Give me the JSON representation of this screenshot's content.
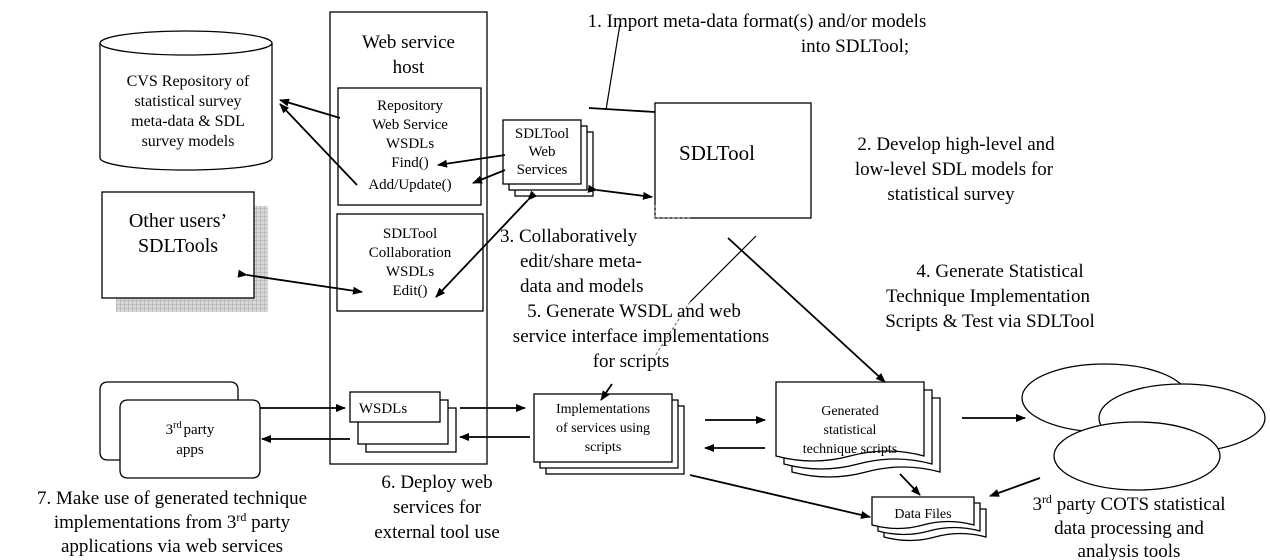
{
  "nodes": {
    "web_service_host": [
      "Web service",
      "host"
    ],
    "cvs_repository": [
      "CVS  Repository of",
      "statistical survey",
      "meta-data & SDL",
      "survey models"
    ],
    "repository_ws": [
      "Repository",
      "Web Service",
      "WSDLs",
      "Find()",
      "Add/Update()"
    ],
    "sdltool_ws": [
      "SDLTool",
      "Web",
      "Services"
    ],
    "sdltool": "SDLTool",
    "other_users": [
      "Other users’",
      "SDLTools"
    ],
    "collab_ws": [
      "SDLTool",
      "Collaboration",
      "WSDLs",
      "Edit()"
    ],
    "third_party_apps": [
      "rd",
      "party",
      "apps"
    ],
    "wsdls": "WSDLs",
    "implementations": [
      "Implementations",
      "of services using",
      "scripts"
    ],
    "generated_scripts": [
      "Generated",
      "statistical",
      "technique scripts"
    ],
    "data_files": "Data Files"
  },
  "steps": {
    "s1": [
      "1. Import meta-data format(s) and/or models",
      "into SDLTool;"
    ],
    "s2": [
      "2. Develop high-level and",
      "low-level SDL models for",
      "statistical survey"
    ],
    "s3": [
      "3. Collaboratively",
      "edit/share meta-",
      "data and models"
    ],
    "s4": [
      "4. Generate Statistical",
      "Technique Implementation",
      "Scripts & Test via SDLTool"
    ],
    "s5": [
      "5. Generate WSDL and web",
      "service interface implementations",
      "for scripts"
    ],
    "s6": [
      "6. Deploy web",
      "services for",
      "external tool use"
    ],
    "s7": [
      "7. Make use of generated technique",
      "implementations from 3",
      "rd",
      " party",
      "applications via web services"
    ],
    "cots": [
      "3",
      "rd",
      " party COTS statistical",
      "data processing and",
      "analysis tools"
    ]
  }
}
